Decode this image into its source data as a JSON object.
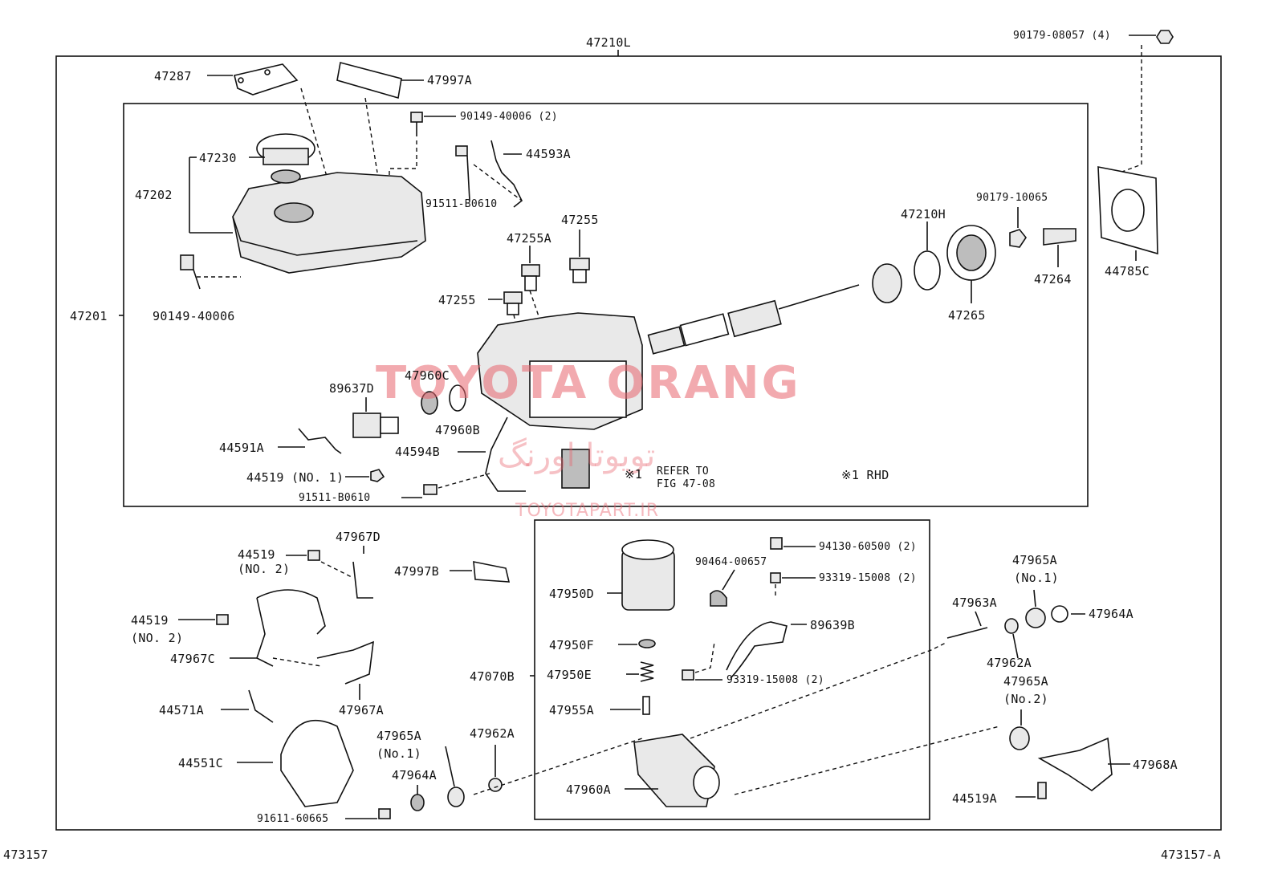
{
  "labels": {
    "assy": "47210L",
    "nut_top": "90179-08057 (4)",
    "gasket_top": "47287",
    "label_top": "47997A",
    "screw_top": "90149-40006 (2)",
    "cap": "47230",
    "reservoir": "47202",
    "bracket_a": "44593A",
    "bolt_a": "91511-B0610",
    "plug1": "47255",
    "plug2": "47255A",
    "plug3": "47255",
    "screw_left": "90149-40006",
    "cylinder": "47201",
    "boot_ring": "47210H",
    "nut_mid": "90179-10065",
    "bracket_264": "47264",
    "gasket_c": "44785C",
    "boot": "47265",
    "oring_c": "47960C",
    "oring_b": "47960B",
    "sensor": "89637D",
    "bracket_591": "44591A",
    "bracket_594": "44594B",
    "clamp_no1": "44519 (NO. 1)",
    "bolt_b": "91511-B0610",
    "refer_mark": "※1",
    "refer_line1": "REFER TO",
    "refer_line2": "FIG 47-08",
    "rhd_note": "※1 RHD",
    "clamp_no2a": "44519",
    "clamp_no2a_sub": "(NO. 2)",
    "bracket_967d": "47967D",
    "label_997b": "47997B",
    "clamp_no2b": "44519",
    "clamp_no2b_sub": "(NO. 2)",
    "bracket_967c": "47967C",
    "bracket_967a": "47967A",
    "hose_571": "44571A",
    "hose_551": "44551C",
    "pump_motor": "47950D",
    "spacer_950f": "47950F",
    "spring_950e": "47950E",
    "pin_955a": "47955A",
    "pump_assy": "47070B",
    "pump_body": "47960A",
    "clip": "90464-00657",
    "bolt_941": "94130-60500 (2)",
    "bolt_933a": "93319-15008 (2)",
    "switch": "89639B",
    "bolt_933b": "93319-15008 (2)",
    "pipe_963a": "47963A",
    "cushion_no1": "47965A",
    "cushion_no1_sub": "(No.1)",
    "cushion_964": "47964A",
    "cushion_962": "47962A",
    "cushion_no2": "47965A",
    "cushion_no2_sub": "(No.2)",
    "bracket_968": "47968A",
    "clamp_519a": "44519A",
    "cushion_965_low": "47965A",
    "cushion_965_low_sub": "(No.1)",
    "cushion_964_low": "47964A",
    "cushion_962_low": "47962A",
    "screw_916": "91611-60665",
    "code_left": "473157",
    "code_right": "473157-A"
  },
  "watermarks": {
    "brand": "TOYOTA ORANG",
    "brand_fa": "تویوتا اورنگ",
    "url": "TOYOTAPART.IR"
  }
}
